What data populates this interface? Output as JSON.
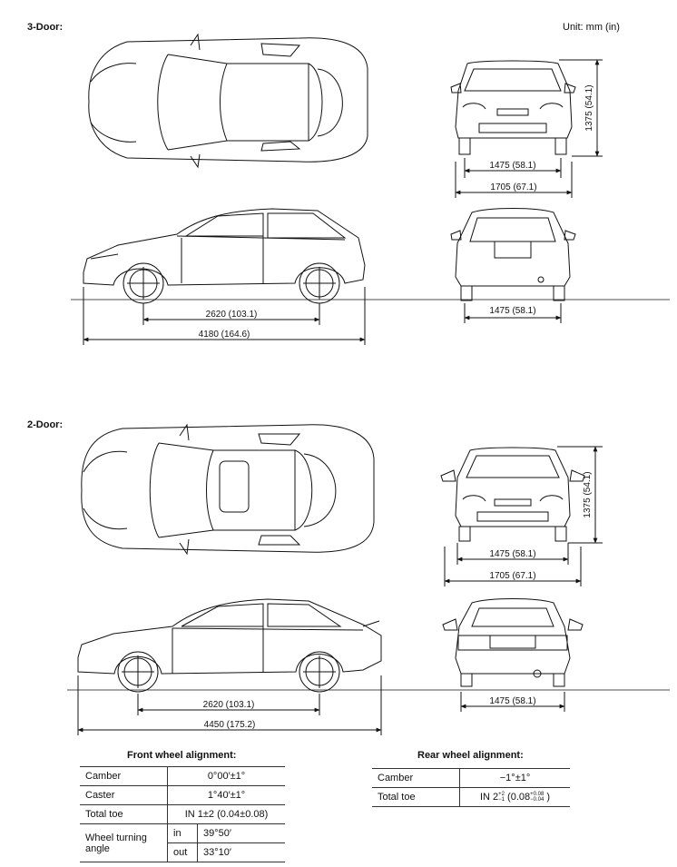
{
  "unit_label": "Unit: mm (in)",
  "sections": {
    "three_door": {
      "title": "3-Door:",
      "front_height": "1375 (54.1)",
      "front_track": "1475 (58.1)",
      "front_width": "1705 (67.1)",
      "rear_track": "1475 (58.1)",
      "wheelbase": "2620 (103.1)",
      "length": "4180 (164.6)"
    },
    "two_door": {
      "title": "2-Door:",
      "front_height": "1375 (54.1)",
      "front_track": "1475 (58.1)",
      "front_width": "1705 (67.1)",
      "rear_track": "1475 (58.1)",
      "wheelbase": "2620 (103.1)",
      "length": "4450 (175.2)"
    }
  },
  "front_alignment": {
    "title": "Front wheel alignment:",
    "rows": [
      {
        "label": "Camber",
        "value": "0°00′±1°"
      },
      {
        "label": "Caster",
        "value": "1°40′±1°"
      },
      {
        "label": "Total toe",
        "value": "IN 1±2 (0.04±0.08)"
      }
    ],
    "turning": {
      "label": "Wheel turning angle",
      "in_label": "in",
      "in_value": "39°50′",
      "out_label": "out",
      "out_value": "33°10′"
    }
  },
  "rear_alignment": {
    "title": "Rear wheel alignment:",
    "rows": [
      {
        "label": "Camber",
        "value": "−1°±1°"
      }
    ],
    "toe": {
      "label": "Total toe",
      "prefix": "IN 2",
      "sup": "+2",
      "sub": "−1",
      "mid": " (0.08",
      "sup2": "+0.08",
      "sub2": "−0.04",
      "suffix": " )"
    }
  }
}
